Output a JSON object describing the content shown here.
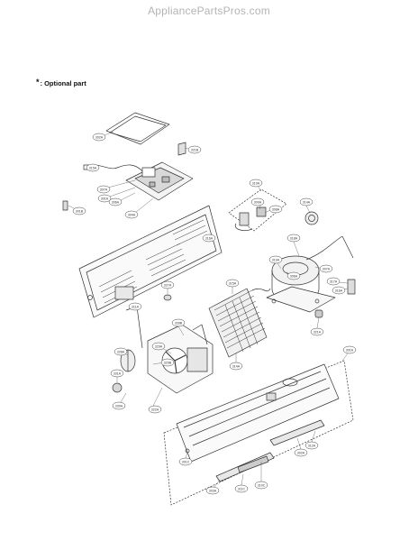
{
  "watermark": "AppliancePartsPros.com",
  "legend": {
    "symbol": "*",
    "text": ": Optional part"
  },
  "callouts": [
    {
      "id": "cover",
      "label": "302A"
    },
    {
      "id": "small-bracket",
      "label": "321B"
    },
    {
      "id": "wire-harness",
      "label": "315A"
    },
    {
      "id": "pcb-screw",
      "label": "307A"
    },
    {
      "id": "pcb-a",
      "label": "301A"
    },
    {
      "id": "pcb-b",
      "label": "306A"
    },
    {
      "id": "pcb-c",
      "label": "304A"
    },
    {
      "id": "clip-left",
      "label": "301B"
    },
    {
      "id": "relay-group",
      "label": "310A"
    },
    {
      "id": "relay",
      "label": "309A"
    },
    {
      "id": "relay-cover",
      "label": "308A"
    },
    {
      "id": "overload",
      "label": "314A"
    },
    {
      "id": "back-panel",
      "label": "316A"
    },
    {
      "id": "discharge-pipe",
      "label": "318A"
    },
    {
      "id": "compressor-top",
      "label": "319A"
    },
    {
      "id": "compressor",
      "label": "306A"
    },
    {
      "id": "suction-pipe",
      "label": "307A"
    },
    {
      "id": "dryer",
      "label": "317A"
    },
    {
      "id": "dryer-clip",
      "label": "316A"
    },
    {
      "id": "rubber",
      "label": "321A"
    },
    {
      "id": "grommet",
      "label": "327A"
    },
    {
      "id": "condenser",
      "label": "315A"
    },
    {
      "id": "condenser-pipe",
      "label": "311A"
    },
    {
      "id": "fan-motor-bracket",
      "label": "328B"
    },
    {
      "id": "fan-motor",
      "label": "329A"
    },
    {
      "id": "fan-blade",
      "label": "328A"
    },
    {
      "id": "fan-shroud",
      "label": "329B"
    },
    {
      "id": "fan-cap",
      "label": "331A"
    },
    {
      "id": "fan-screw",
      "label": "330A"
    },
    {
      "id": "fan-base",
      "label": "322A"
    },
    {
      "id": "condenser-base",
      "label": "314A"
    },
    {
      "id": "base-plate",
      "label": "301A"
    },
    {
      "id": "base-rail",
      "label": "302A"
    },
    {
      "id": "base-screw",
      "label": "301C"
    },
    {
      "id": "leg-a",
      "label": "303A"
    },
    {
      "id": "leg-b",
      "label": "311C"
    },
    {
      "id": "leg-c",
      "label": "310C"
    },
    {
      "id": "leg-d",
      "label": "312A"
    }
  ]
}
